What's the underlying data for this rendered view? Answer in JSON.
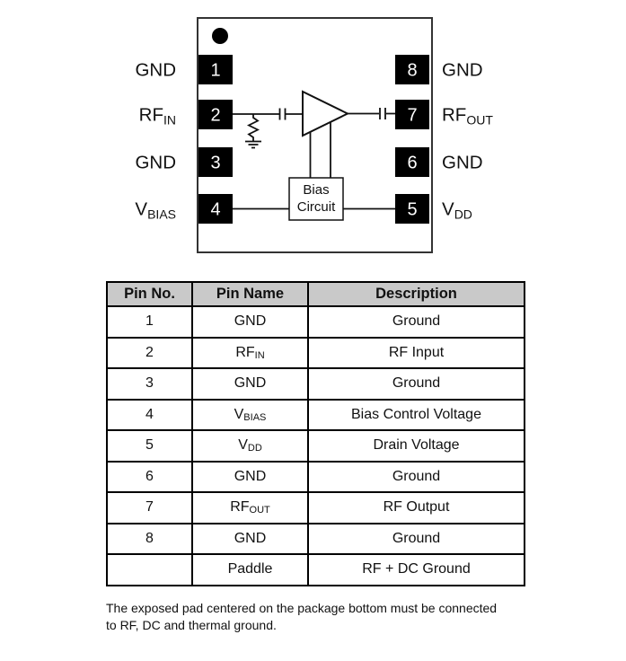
{
  "diagram": {
    "pins_left": [
      {
        "number": "1",
        "label_main": "GND",
        "label_sub": ""
      },
      {
        "number": "2",
        "label_main": "RF",
        "label_sub": "IN"
      },
      {
        "number": "3",
        "label_main": "GND",
        "label_sub": ""
      },
      {
        "number": "4",
        "label_main": "V",
        "label_sub": "BIAS"
      }
    ],
    "pins_right": [
      {
        "number": "8",
        "label_main": "GND",
        "label_sub": ""
      },
      {
        "number": "7",
        "label_main": "RF",
        "label_sub": "OUT"
      },
      {
        "number": "6",
        "label_main": "GND",
        "label_sub": ""
      },
      {
        "number": "5",
        "label_main": "V",
        "label_sub": "DD"
      }
    ],
    "bias": {
      "line1": "Bias",
      "line2": "Circuit"
    }
  },
  "table": {
    "headers": [
      "Pin No.",
      "Pin Name",
      "Description"
    ],
    "rows": [
      {
        "pin": "1",
        "name_main": "GND",
        "name_sub": "",
        "desc": "Ground"
      },
      {
        "pin": "2",
        "name_main": "RF",
        "name_sub": "IN",
        "desc": "RF Input"
      },
      {
        "pin": "3",
        "name_main": "GND",
        "name_sub": "",
        "desc": "Ground"
      },
      {
        "pin": "4",
        "name_main": "V",
        "name_sub": "BIAS",
        "desc": "Bias Control Voltage"
      },
      {
        "pin": "5",
        "name_main": "V",
        "name_sub": "DD",
        "desc": "Drain Voltage"
      },
      {
        "pin": "6",
        "name_main": "GND",
        "name_sub": "",
        "desc": "Ground"
      },
      {
        "pin": "7",
        "name_main": "RF",
        "name_sub": "OUT",
        "desc": "RF Output"
      },
      {
        "pin": "8",
        "name_main": "GND",
        "name_sub": "",
        "desc": "Ground"
      },
      {
        "pin": "",
        "name_main": "Paddle",
        "name_sub": "",
        "desc": "RF + DC Ground"
      }
    ]
  },
  "footnote": {
    "text": "The exposed pad centered on the package bottom must be connected to RF, DC and thermal ground."
  },
  "colors": {
    "table_header_bg": "#c9c9c9",
    "pin_fill": "#000000",
    "line": "#111111",
    "background": "#ffffff"
  }
}
